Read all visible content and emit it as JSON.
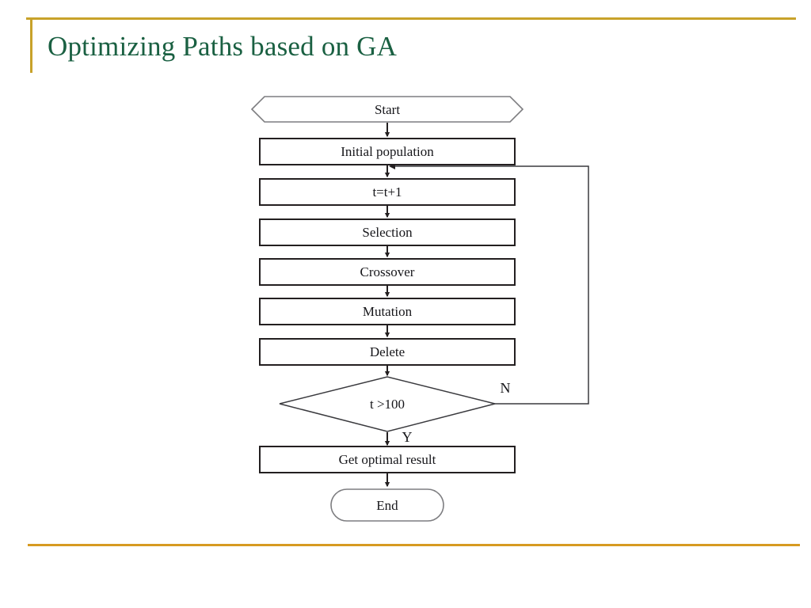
{
  "slide": {
    "title": "Optimizing Paths based on GA",
    "accent_color": "#c8a22a",
    "accent_color_bottom": "#d79a21",
    "title_color": "#1a6042",
    "background_color": "#ffffff"
  },
  "diagram": {
    "type": "flowchart",
    "orientation": "top-to-bottom",
    "nodes": [
      {
        "id": "start",
        "shape": "hexagon",
        "label": "Start"
      },
      {
        "id": "init",
        "shape": "rectangle",
        "label": "Initial population"
      },
      {
        "id": "increment",
        "shape": "rectangle",
        "label": "t=t+1"
      },
      {
        "id": "selection",
        "shape": "rectangle",
        "label": "Selection"
      },
      {
        "id": "crossover",
        "shape": "rectangle",
        "label": "Crossover"
      },
      {
        "id": "mutation",
        "shape": "rectangle",
        "label": "Mutation"
      },
      {
        "id": "delete",
        "shape": "rectangle",
        "label": "Delete"
      },
      {
        "id": "condition",
        "shape": "diamond",
        "label": "t >100"
      },
      {
        "id": "result",
        "shape": "rectangle",
        "label": "Get optimal result"
      },
      {
        "id": "end",
        "shape": "stadium",
        "label": "End"
      }
    ],
    "edges": [
      {
        "from": "start",
        "to": "init",
        "label": ""
      },
      {
        "from": "init",
        "to": "increment",
        "label": ""
      },
      {
        "from": "increment",
        "to": "selection",
        "label": ""
      },
      {
        "from": "selection",
        "to": "crossover",
        "label": ""
      },
      {
        "from": "crossover",
        "to": "mutation",
        "label": ""
      },
      {
        "from": "mutation",
        "to": "delete",
        "label": ""
      },
      {
        "from": "delete",
        "to": "condition",
        "label": ""
      },
      {
        "from": "condition",
        "to": "result",
        "label": "Y"
      },
      {
        "from": "condition",
        "to": "increment",
        "label": "N"
      },
      {
        "from": "result",
        "to": "end",
        "label": ""
      }
    ],
    "branch_labels": {
      "yes": "Y",
      "no": "N"
    }
  }
}
